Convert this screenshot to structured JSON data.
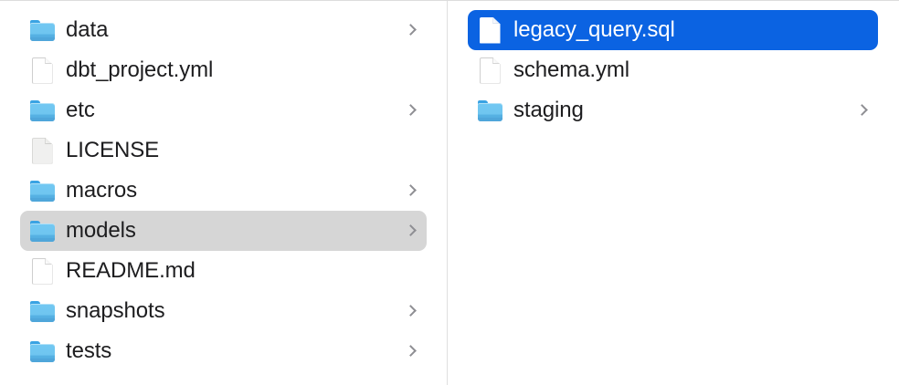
{
  "window": {
    "view_mode": "column",
    "background_color": "#ffffff",
    "divider_color": "#dfdfdf",
    "selection_focus_color": "#0b63e2",
    "selection_blur_color": "#d6d6d6",
    "text_color": "#1d1d1f",
    "chevron_color": "#8e8e93"
  },
  "columns": [
    {
      "name": "project-column",
      "items": [
        {
          "label": "data",
          "kind": "folder",
          "icon": "folder-icon",
          "has_chevron": true,
          "selected": false,
          "focused": false
        },
        {
          "label": "dbt_project.yml",
          "kind": "file",
          "icon": "document-icon",
          "has_chevron": false,
          "selected": false,
          "focused": false
        },
        {
          "label": "etc",
          "kind": "folder",
          "icon": "folder-icon",
          "has_chevron": true,
          "selected": false,
          "focused": false
        },
        {
          "label": "LICENSE",
          "kind": "file",
          "icon": "generic-document-icon",
          "has_chevron": false,
          "selected": false,
          "focused": false
        },
        {
          "label": "macros",
          "kind": "folder",
          "icon": "folder-icon",
          "has_chevron": true,
          "selected": false,
          "focused": false
        },
        {
          "label": "models",
          "kind": "folder",
          "icon": "folder-icon",
          "has_chevron": true,
          "selected": true,
          "focused": false
        },
        {
          "label": "README.md",
          "kind": "file",
          "icon": "document-icon",
          "has_chevron": false,
          "selected": false,
          "focused": false
        },
        {
          "label": "snapshots",
          "kind": "folder",
          "icon": "folder-icon",
          "has_chevron": true,
          "selected": false,
          "focused": false
        },
        {
          "label": "tests",
          "kind": "folder",
          "icon": "folder-icon",
          "has_chevron": true,
          "selected": false,
          "focused": false
        }
      ]
    },
    {
      "name": "models-column",
      "items": [
        {
          "label": "legacy_query.sql",
          "kind": "file",
          "icon": "document-icon",
          "has_chevron": false,
          "selected": true,
          "focused": true
        },
        {
          "label": "schema.yml",
          "kind": "file",
          "icon": "document-icon",
          "has_chevron": false,
          "selected": false,
          "focused": false
        },
        {
          "label": "staging",
          "kind": "folder",
          "icon": "folder-icon",
          "has_chevron": true,
          "selected": false,
          "focused": false
        }
      ]
    }
  ]
}
